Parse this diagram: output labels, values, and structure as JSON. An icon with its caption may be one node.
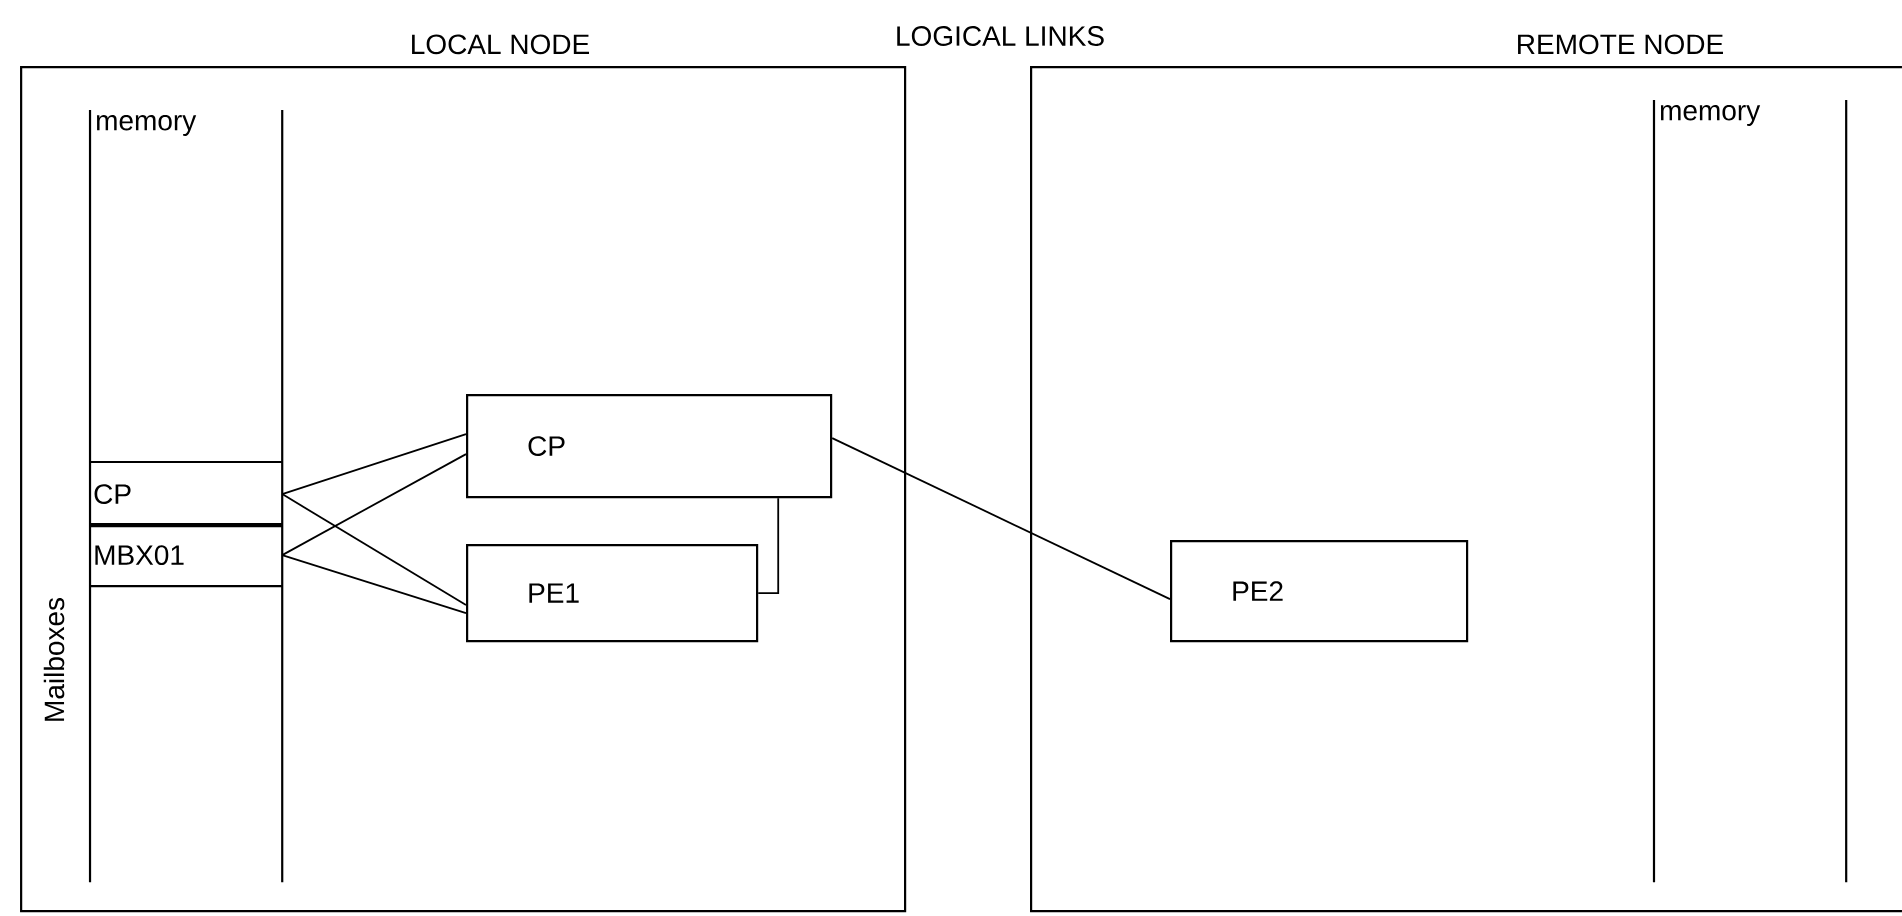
{
  "diagram": {
    "nodes": [
      {
        "text": [
          "LOCAL NODE"
        ]
      },
      {
        "text": [
          "memory"
        ],
        "in": 0
      },
      {
        "text": [
          "CP"
        ],
        "in": 1
      },
      {
        "text": [
          "MBX01"
        ],
        "in": 1
      },
      {
        "text": [
          "CP"
        ],
        "in": 0
      },
      {
        "text": [
          "PE1"
        ],
        "in": 0
      },
      {
        "text": [
          "REMOTE NODE"
        ]
      },
      {
        "text": [
          "memory"
        ],
        "in": 6
      },
      {
        "text": [
          "PE2"
        ],
        "in": 6
      }
    ],
    "edges": [
      {
        "from": 2,
        "to": 4,
        "arrow": "none"
      },
      {
        "from": 2,
        "to": 5,
        "arrow": "none"
      },
      {
        "from": 3,
        "to": 4,
        "arrow": "none"
      },
      {
        "from": 3,
        "to": 5,
        "arrow": "none"
      },
      {
        "from": 4,
        "to": 5,
        "arrow": "none"
      },
      {
        "from": 4,
        "to": 8,
        "arrow": "none"
      }
    ],
    "labels": [
      "LOGICAL LINKS",
      "Mailboxes"
    ]
  }
}
